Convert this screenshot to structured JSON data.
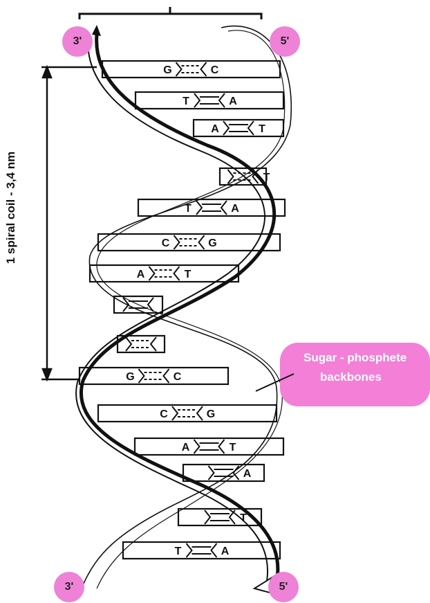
{
  "labels": {
    "dimension": "1 spiral coil - 3,4 nm",
    "callout_line1": "Sugar - phosphete",
    "callout_line2": "backbones",
    "end_top_left": "3'",
    "end_top_right": "5'",
    "end_bottom_left": "3'",
    "end_bottom_right": "5'"
  },
  "base_pairs": [
    {
      "left": "G",
      "right": "C"
    },
    {
      "left": "T",
      "right": "A"
    },
    {
      "left": "A",
      "right": "T"
    },
    {
      "left": "",
      "right": "T"
    },
    {
      "left": "T",
      "right": "A"
    },
    {
      "left": "C",
      "right": "G"
    },
    {
      "left": "A",
      "right": "T"
    },
    {
      "left": "",
      "right": ""
    },
    {
      "left": "",
      "right": ""
    },
    {
      "left": "G",
      "right": "C"
    },
    {
      "left": "C",
      "right": "G"
    },
    {
      "left": "A",
      "right": "T"
    },
    {
      "left": "",
      "right": "A"
    },
    {
      "left": "",
      "right": "T"
    },
    {
      "left": "T",
      "right": "A"
    }
  ],
  "colors": {
    "end_circle": "#ee82d6",
    "callout": "#f37fd7",
    "strand": "#111111"
  }
}
